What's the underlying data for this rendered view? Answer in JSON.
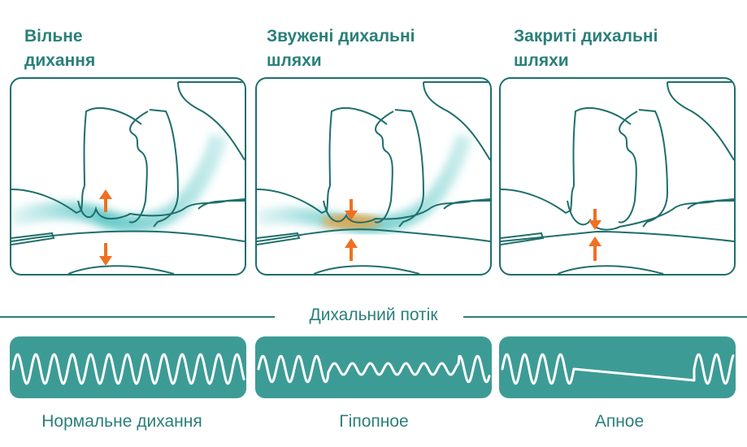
{
  "colors": {
    "teal": "#2a7f7a",
    "outline": "#1e6f6b",
    "airflow": "#56c3c3",
    "arrow": "#f07022",
    "obstruction": "#f3a13c",
    "wave_bg": "#3d9b96"
  },
  "panels": [
    {
      "title_line1": "Вільне",
      "title_line2": "дихання",
      "state": "open-airway"
    },
    {
      "title_line1": "Звужені дихальні",
      "title_line2": "шляхи",
      "state": "narrowed-airway"
    },
    {
      "title_line1": "Закриті дихальні",
      "title_line2": "шляхи",
      "state": "closed-airway"
    }
  ],
  "flow_label": "Дихальний потік",
  "waveforms": [
    {
      "caption": "Нормальне дихання",
      "pattern": "regular"
    },
    {
      "caption": "Гіпопное",
      "pattern": "reduced-amplitude"
    },
    {
      "caption": "Апное",
      "pattern": "pause"
    }
  ]
}
